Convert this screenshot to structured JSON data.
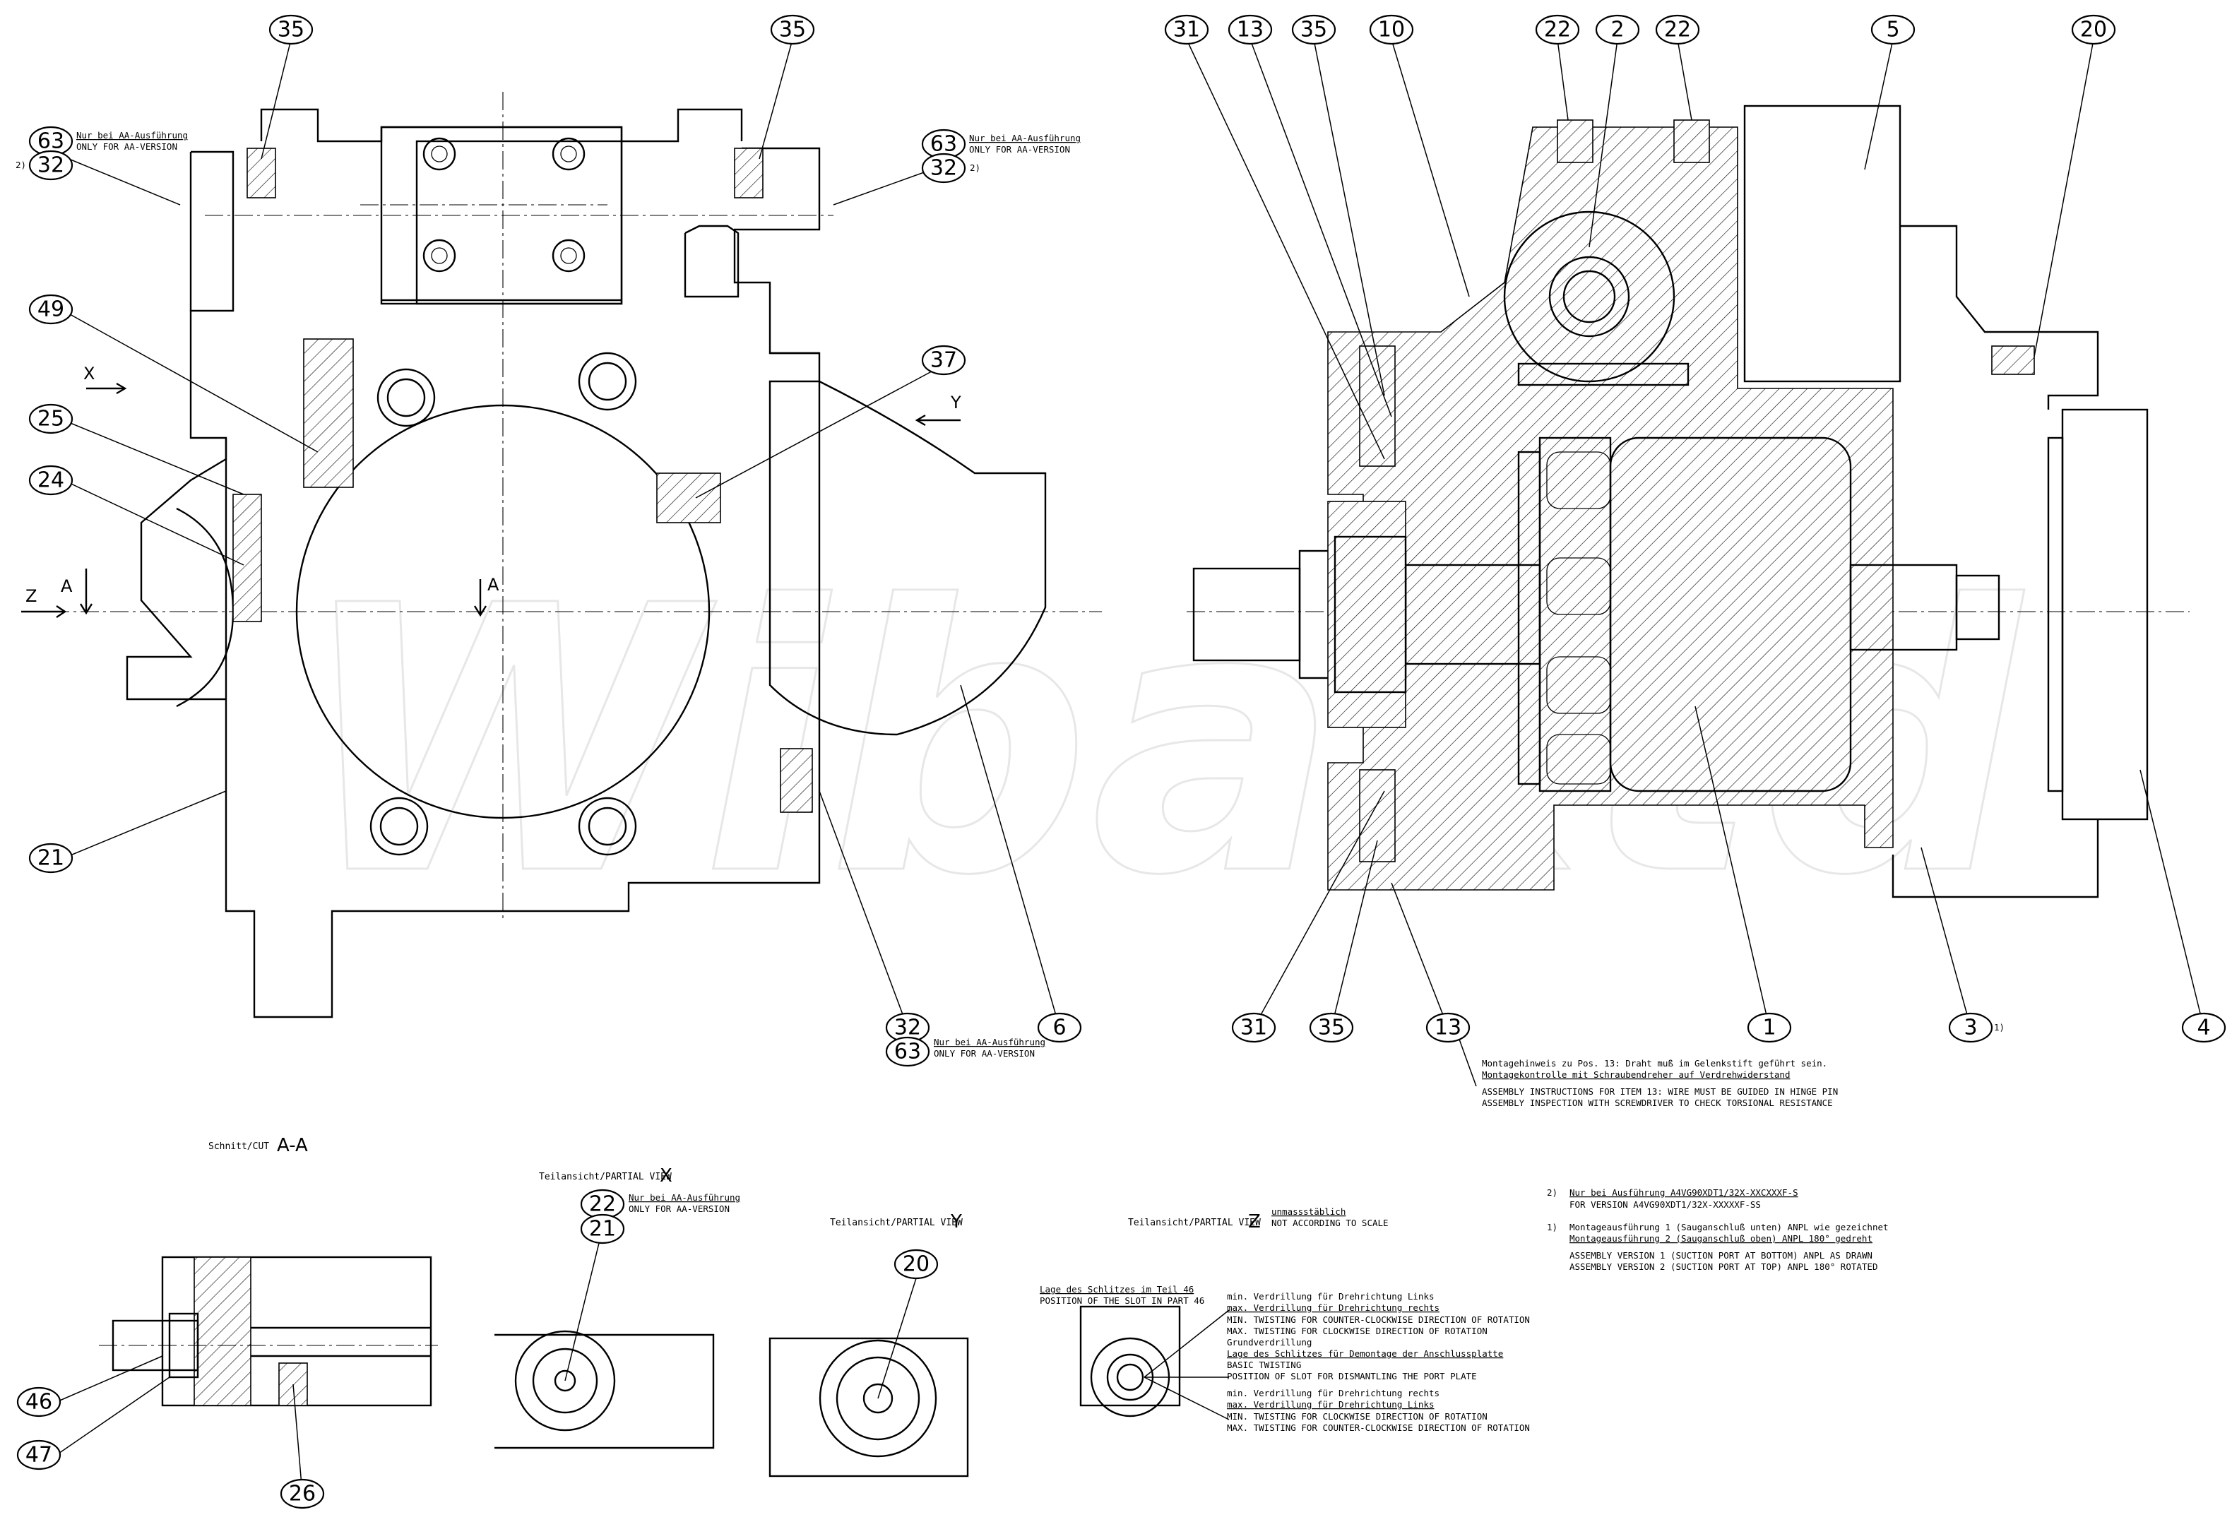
{
  "watermark": "Wibaktd",
  "balloons": {
    "b35_left_a": "35",
    "b35_left_b": "35",
    "b63_tl": "63",
    "b32_tl": "32",
    "fn2_tl": "2)",
    "b49": "49",
    "b25": "25",
    "b24": "24",
    "b21": "21",
    "b63_tr": "63",
    "b32_tr": "32",
    "fn2_tr": "2)",
    "b37": "37",
    "b32_bot": "32",
    "b63_bot": "63",
    "b6": "6",
    "b31_top": "31",
    "b13_top": "13",
    "b35_top": "35",
    "b10": "10",
    "b22_a": "22",
    "b2": "2",
    "b22_b": "22",
    "b5": "5",
    "b20": "20",
    "b31_bot": "31",
    "b35_bot": "35",
    "b13_bot": "13",
    "b1": "1",
    "b3": "3",
    "fn1_b3": "1)",
    "b4": "4",
    "b46": "46",
    "b47": "47",
    "b26": "26",
    "b22_x": "22",
    "b21_x": "21",
    "b20_y": "20"
  },
  "notes": {
    "aa_de": "Nur bei AA-Ausführung",
    "aa_en": "ONLY FOR AA-VERSION",
    "assembly_de_1": "Montagehinweis zu Pos. 13: Draht muß im Gelenkstift geführt sein.",
    "assembly_de_2": "Montagekontrolle mit Schraubendreher auf Verdrehwiderstand",
    "assembly_en_1": "ASSEMBLY INSTRUCTIONS FOR ITEM 13: WIRE MUST BE GUIDED IN HINGE PIN",
    "assembly_en_2": "ASSEMBLY INSPECTION WITH SCREWDRIVER TO CHECK TORSIONAL RESISTANCE",
    "fn2_mark": "2)",
    "fn2_de": "Nur bei Ausführung A4VG90XDT1/32X-XXCXXXF-S",
    "fn2_en": "FOR VERSION A4VG90XDT1/32X-XXXXXF-SS",
    "fn1_mark": "1)",
    "fn1_de_1": "Montageausführung 1 (Sauganschluß unten) ANPL wie gezeichnet",
    "fn1_de_2": "Montageausführung 2 (Sauganschluß oben) ANPL 180° gedreht",
    "fn1_en_1": "ASSEMBLY VERSION 1 (SUCTION PORT AT BOTTOM) ANPL AS DRAWN",
    "fn1_en_2": "ASSEMBLY VERSION 2 (SUCTION PORT AT TOP) ANPL 180° ROTATED",
    "slot_de": "Lage des Schlitzes im Teil 46",
    "slot_en": "POSITION OF THE SLOT IN PART 46",
    "tw1_de_1": "min. Verdrillung für Drehrichtung Links",
    "tw1_de_2": "max. Verdrillung für Drehrichtung rechts",
    "tw1_en_1": "MIN. TWISTING FOR COUNTER-CLOCKWISE DIRECTION OF ROTATION",
    "tw1_en_2": "MAX. TWISTING FOR CLOCKWISE DIRECTION OF ROTATION",
    "basic_de_1": "Grundverdrillung",
    "basic_de_2": "Lage des Schlitzes für Demontage der Anschlussplatte",
    "basic_en_1": "BASIC TWISTING",
    "basic_en_2": "POSITION OF SLOT FOR DISMANTLING THE PORT PLATE",
    "tw2_de_1": "min. Verdrillung für Drehrichtung rechts",
    "tw2_de_2": "max. Verdrillung für Drehrichtung Links",
    "tw2_en_1": "MIN. TWISTING FOR CLOCKWISE DIRECTION OF ROTATION",
    "tw2_en_2": "MAX. TWISTING FOR COUNTER-CLOCKWISE DIRECTION OF ROTATION"
  },
  "views": {
    "cut_label": "Schnitt/CUT",
    "cut_id": "A-A",
    "px_label": "Teilansicht/PARTIAL VIEW",
    "px_id": "X",
    "py_label": "Teilansicht/PARTIAL VIEW",
    "py_id": "Y",
    "pz_label": "Teilansicht/PARTIAL VIEW",
    "pz_id": "Z",
    "pz_scale_de": "unmassstäblich",
    "pz_scale_en": "NOT ACCORDING TO SCALE"
  },
  "section_marks": {
    "x": "X",
    "y": "Y",
    "z": "Z",
    "a_left": "A",
    "a_mid": "A"
  }
}
